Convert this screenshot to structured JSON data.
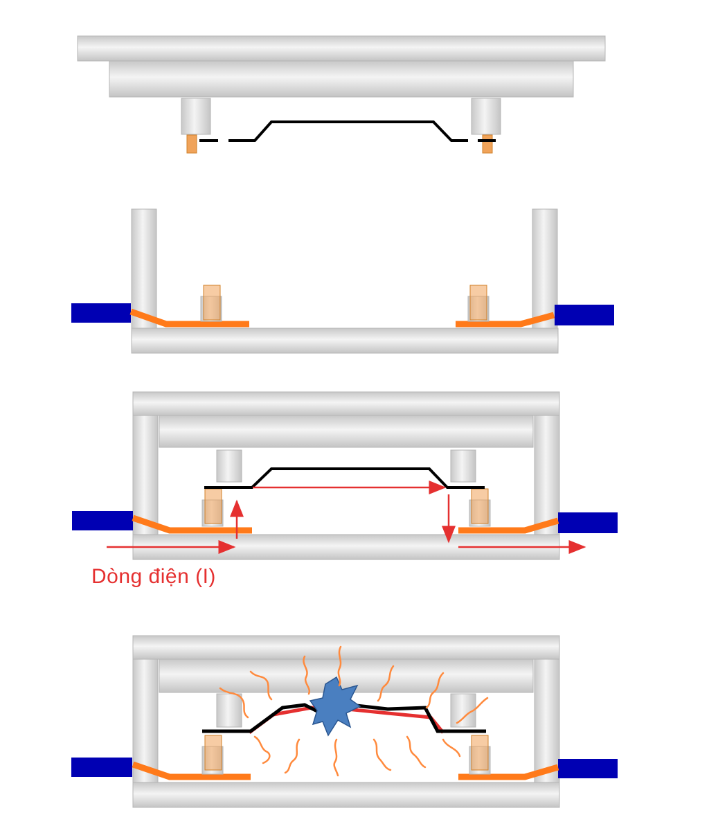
{
  "caption": {
    "current_label": "Dòng điện (I)"
  },
  "colors": {
    "plate_fill": "#d4d4d4",
    "plate_highlight": "#f4f4f4",
    "plate_edge": "#b3b3b3",
    "electrode": "#ff7a1a",
    "clamp_block": "#0000b3",
    "workpiece": "#000000",
    "current_arrow": "#e53030",
    "spark": "#4a7fc0",
    "heat_wave": "#ff8a3d",
    "pin": "#f0a35a"
  },
  "stages": [
    {
      "id": 1,
      "parts": [
        "upper-die",
        "workpiece"
      ]
    },
    {
      "id": 2,
      "parts": [
        "lower-die",
        "electrodes",
        "clamps"
      ]
    },
    {
      "id": 3,
      "parts": [
        "die-closed",
        "workpiece",
        "current-path"
      ]
    },
    {
      "id": 4,
      "parts": [
        "die-closed",
        "deformed-workpiece",
        "discharge-spark",
        "heat-waves"
      ]
    }
  ]
}
